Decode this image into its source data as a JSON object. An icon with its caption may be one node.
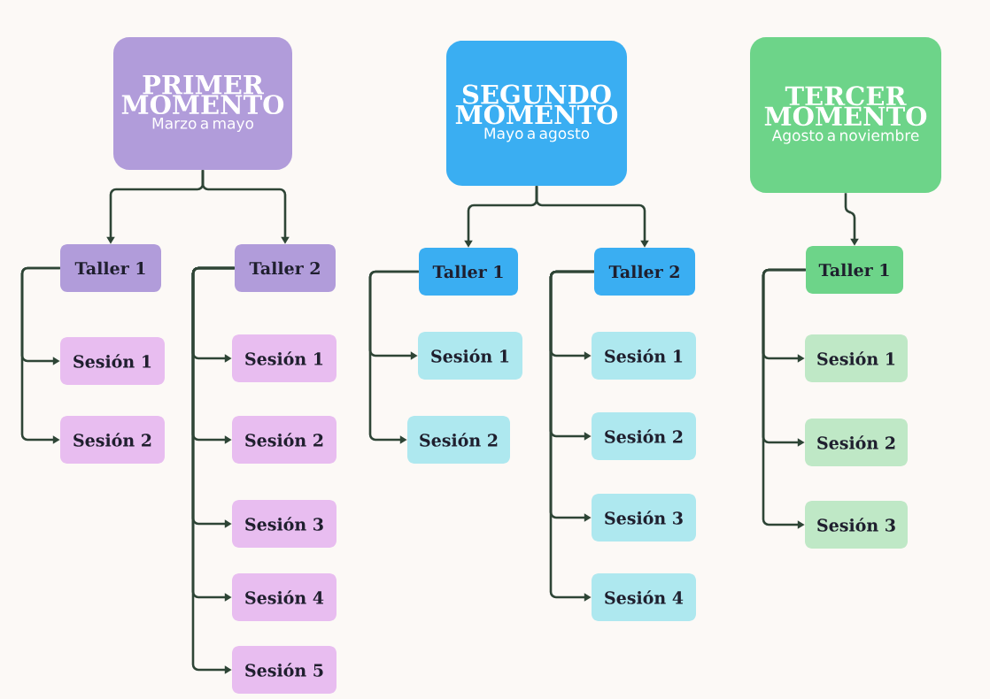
{
  "diagram": {
    "nodes": [
      {
        "text": [
          "PRIMER MOMENTO",
          "Marzo a mayo"
        ]
      },
      {
        "text": [
          "Taller 1"
        ]
      },
      {
        "text": [
          "Sesión 1"
        ]
      },
      {
        "text": [
          "Sesión 2"
        ]
      },
      {
        "text": [
          "Taller 2"
        ]
      },
      {
        "text": [
          "Sesión 1"
        ]
      },
      {
        "text": [
          "Sesión 2"
        ]
      },
      {
        "text": [
          "Sesión 3"
        ]
      },
      {
        "text": [
          "Sesión 4"
        ]
      },
      {
        "text": [
          "Sesión 5"
        ]
      },
      {
        "text": [
          "SEGUNDO MOMENTO",
          "Mayo a agosto"
        ]
      },
      {
        "text": [
          "Taller 1"
        ]
      },
      {
        "text": [
          "Sesión 1"
        ]
      },
      {
        "text": [
          "Sesión 2"
        ]
      },
      {
        "text": [
          "Taller 2"
        ]
      },
      {
        "text": [
          "Sesión 1"
        ]
      },
      {
        "text": [
          "Sesión 2"
        ]
      },
      {
        "text": [
          "Sesión 3"
        ]
      },
      {
        "text": [
          "Sesión 4"
        ]
      },
      {
        "text": [
          "TERCER MOMENTO",
          "Agosto a noviembre"
        ]
      },
      {
        "text": [
          "Taller 1"
        ]
      },
      {
        "text": [
          "Sesión 1"
        ]
      },
      {
        "text": [
          "Sesión 2"
        ]
      },
      {
        "text": [
          "Sesión 3"
        ]
      }
    ],
    "edges": [
      {
        "from": 0,
        "to": 1,
        "arrow": "to"
      },
      {
        "from": 0,
        "to": 4,
        "arrow": "to"
      },
      {
        "from": 1,
        "to": 2,
        "arrow": "to"
      },
      {
        "from": 1,
        "to": 3,
        "arrow": "to"
      },
      {
        "from": 4,
        "to": 5,
        "arrow": "to"
      },
      {
        "from": 4,
        "to": 6,
        "arrow": "to"
      },
      {
        "from": 4,
        "to": 7,
        "arrow": "to"
      },
      {
        "from": 4,
        "to": 8,
        "arrow": "to"
      },
      {
        "from": 4,
        "to": 9,
        "arrow": "to"
      },
      {
        "from": 10,
        "to": 11,
        "arrow": "to"
      },
      {
        "from": 10,
        "to": 14,
        "arrow": "to"
      },
      {
        "from": 11,
        "to": 12,
        "arrow": "to"
      },
      {
        "from": 11,
        "to": 13,
        "arrow": "to"
      },
      {
        "from": 14,
        "to": 15,
        "arrow": "to"
      },
      {
        "from": 14,
        "to": 16,
        "arrow": "to"
      },
      {
        "from": 14,
        "to": 17,
        "arrow": "to"
      },
      {
        "from": 14,
        "to": 18,
        "arrow": "to"
      },
      {
        "from": 19,
        "to": 20,
        "arrow": "to"
      },
      {
        "from": 20,
        "to": 21,
        "arrow": "to"
      },
      {
        "from": 20,
        "to": 22,
        "arrow": "to"
      },
      {
        "from": 20,
        "to": 23,
        "arrow": "to"
      }
    ]
  }
}
